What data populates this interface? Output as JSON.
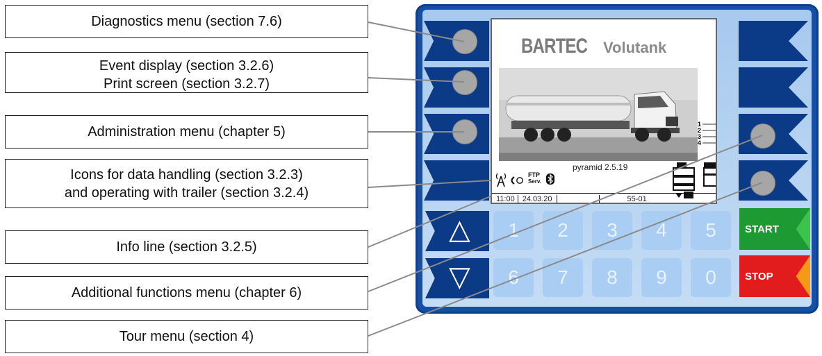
{
  "callouts": [
    {
      "lines": [
        "Diagnostics menu (section 7.6)"
      ]
    },
    {
      "lines": [
        "Event display (section 3.2.6)",
        "Print screen (section 3.2.7)"
      ]
    },
    {
      "lines": [
        "Administration menu (chapter 5)"
      ]
    },
    {
      "lines": [
        "Icons for data handling (section 3.2.3)",
        "and operating with trailer (section 3.2.4)"
      ]
    },
    {
      "lines": [
        "Info line (section 3.2.5)"
      ]
    },
    {
      "lines": [
        "Additional functions menu (chapter 6)"
      ]
    },
    {
      "lines": [
        "Tour menu (section 4)"
      ]
    }
  ],
  "screen": {
    "brand": "BARTEC",
    "product": "Volutank",
    "software": "pyramid 2.5.19",
    "icons": [
      "antenna-icon",
      "moon-icon",
      "circle-icon",
      "ftp-icon",
      "bluetooth-icon"
    ],
    "ftp_label_1": "FTP",
    "ftp_label_2": "Serv.",
    "list_numbers": [
      "1",
      "2",
      "3",
      "4"
    ],
    "info_line": {
      "time": "11:00",
      "date": "24.03.20",
      "code": "55-01"
    }
  },
  "keypad": {
    "row1": [
      "1",
      "2",
      "3",
      "4",
      "5"
    ],
    "row2": [
      "6",
      "7",
      "8",
      "9",
      "0"
    ],
    "up_glyph": "△",
    "down_glyph": "▽",
    "start_label": "START",
    "stop_label": "STOP"
  },
  "colors": {
    "device_frame": "#1650a6",
    "softkey": "#0b3a86",
    "key_face": "#a9cdf3",
    "start": "#1d9a33",
    "start_chevron": "#3cc44a",
    "stop": "#e21c1c",
    "stop_chevron": "#f59a16"
  }
}
